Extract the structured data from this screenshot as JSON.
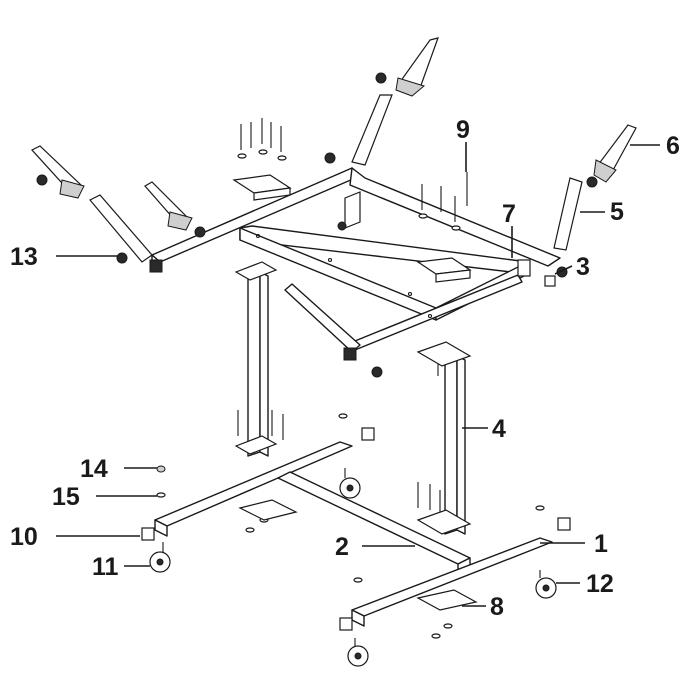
{
  "callouts": [
    {
      "id": "1",
      "label": "1"
    },
    {
      "id": "2",
      "label": "2"
    },
    {
      "id": "3",
      "label": "3"
    },
    {
      "id": "4",
      "label": "4"
    },
    {
      "id": "5",
      "label": "5"
    },
    {
      "id": "6",
      "label": "6"
    },
    {
      "id": "7",
      "label": "7"
    },
    {
      "id": "8",
      "label": "8"
    },
    {
      "id": "9",
      "label": "9"
    },
    {
      "id": "10",
      "label": "10"
    },
    {
      "id": "11",
      "label": "11"
    },
    {
      "id": "12",
      "label": "12"
    },
    {
      "id": "13",
      "label": "13"
    },
    {
      "id": "14",
      "label": "14"
    },
    {
      "id": "15",
      "label": "15"
    }
  ],
  "colors": {
    "ink": "#1a1a1a",
    "background": "#ffffff",
    "shade": "#cfcfcf"
  }
}
